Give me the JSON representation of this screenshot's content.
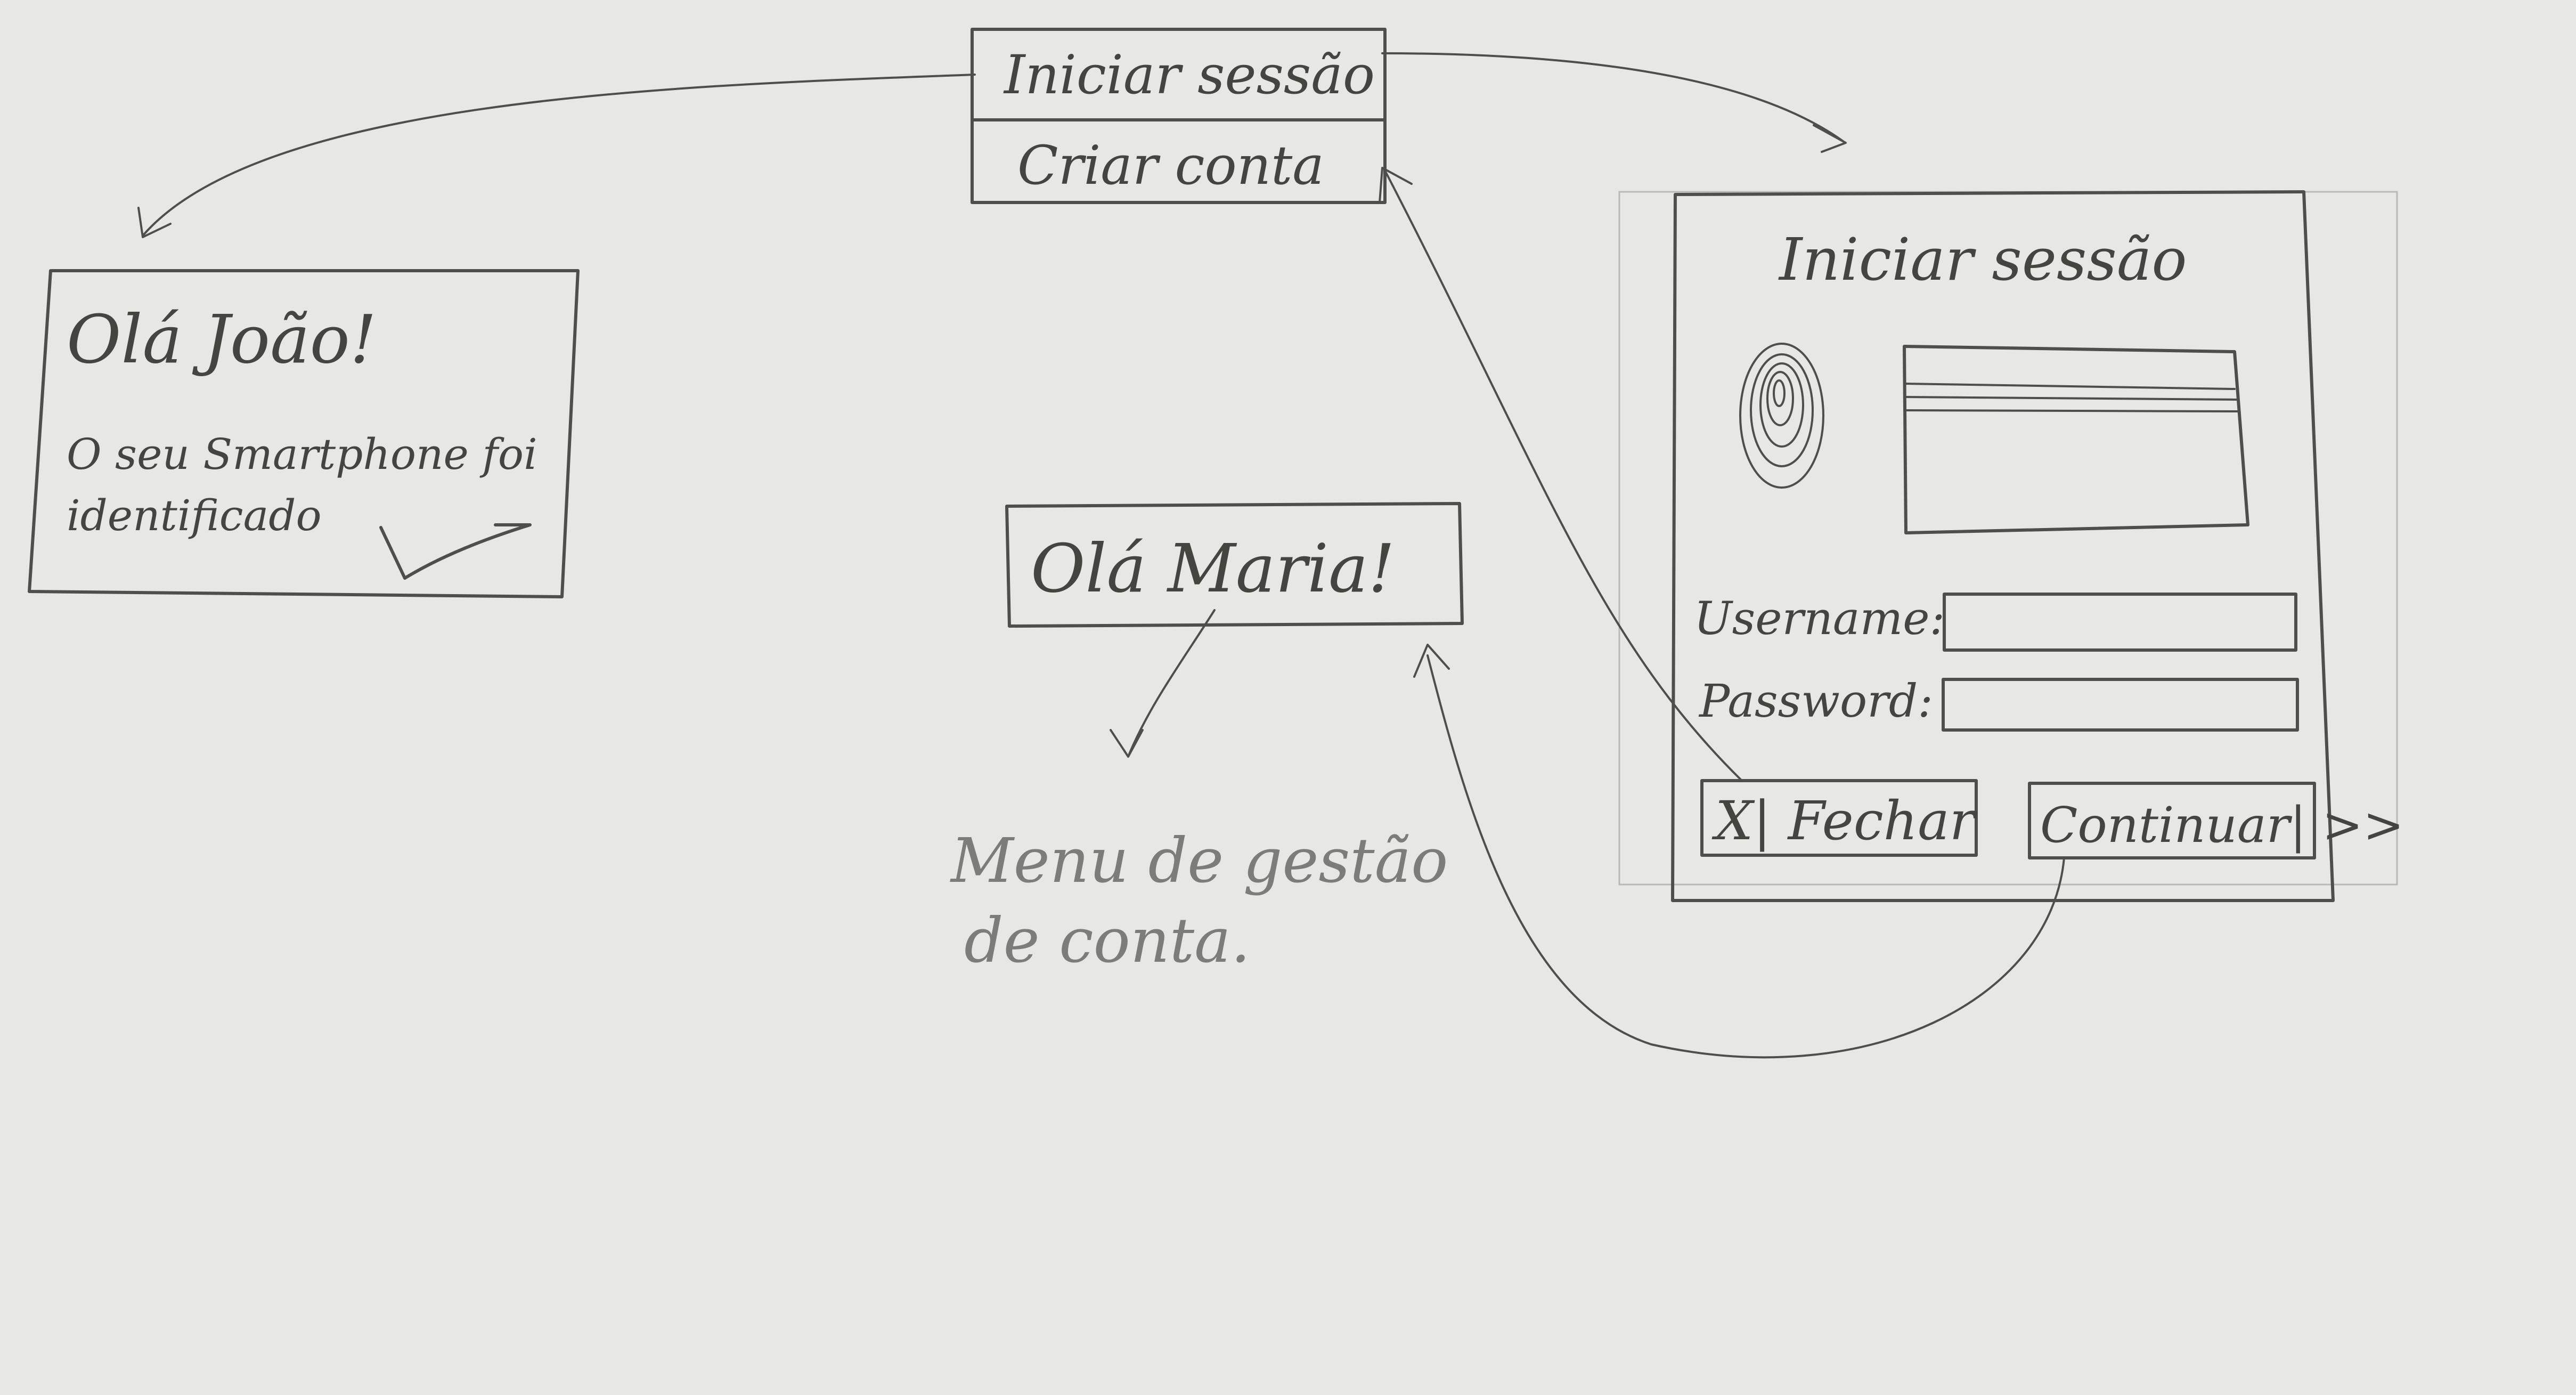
{
  "top_menu": {
    "item_login": "Iniciar sessão",
    "item_create": "Criar conta"
  },
  "joao_screen": {
    "greeting": "Olá João!",
    "message_line1": "O seu Smartphone foi",
    "message_line2": "identificado"
  },
  "maria_screen": {
    "greeting": "Olá Maria!"
  },
  "account_note": {
    "line1": "Menu de gestão",
    "line2": "de conta."
  },
  "login_dialog": {
    "title": "Iniciar sessão",
    "username_label": "Username:",
    "password_label": "Password:",
    "close_button": "X| Fechar",
    "continue_button": "Continuar| >>"
  },
  "colors": {
    "paper": "#e7e7e4",
    "pencil": "#4e4e4a"
  }
}
